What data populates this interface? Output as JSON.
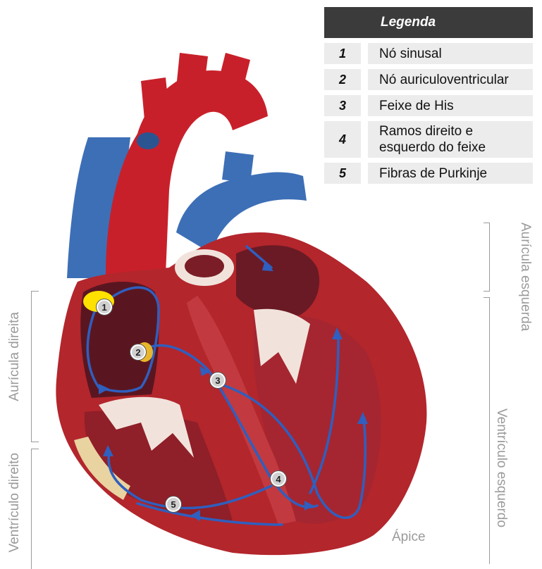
{
  "legend": {
    "title": "Legenda",
    "items": [
      {
        "num": "1",
        "label": "Nó sinusal"
      },
      {
        "num": "2",
        "label": "Nó auriculoventricular"
      },
      {
        "num": "3",
        "label": "Feixe de His"
      },
      {
        "num": "4",
        "label": "Ramos direito e esquerdo do feixe"
      },
      {
        "num": "5",
        "label": "Fibras de Purkinje"
      }
    ]
  },
  "labels": {
    "left_atrium": "Aurícula esquerda",
    "right_atrium": "Aurícula direita",
    "right_ventricle": "Ventrículo direito",
    "left_ventricle": "Ventrículo esquerdo",
    "apex": "Ápice"
  },
  "markers": [
    "1",
    "2",
    "3",
    "4",
    "5"
  ],
  "colors": {
    "myocardium": "#b3262c",
    "chamber": "#7a1d26",
    "vein_blue": "#3d6fb6",
    "artery_red": "#c8202a",
    "valve": "#f1e3dc",
    "conduction_path": "#2f5fbf",
    "sinus_node": "#ffe100",
    "av_node": "#e8b62c",
    "legend_header": "#3b3b3b",
    "legend_row": "#ececec",
    "side_text": "#9a9a9a"
  }
}
